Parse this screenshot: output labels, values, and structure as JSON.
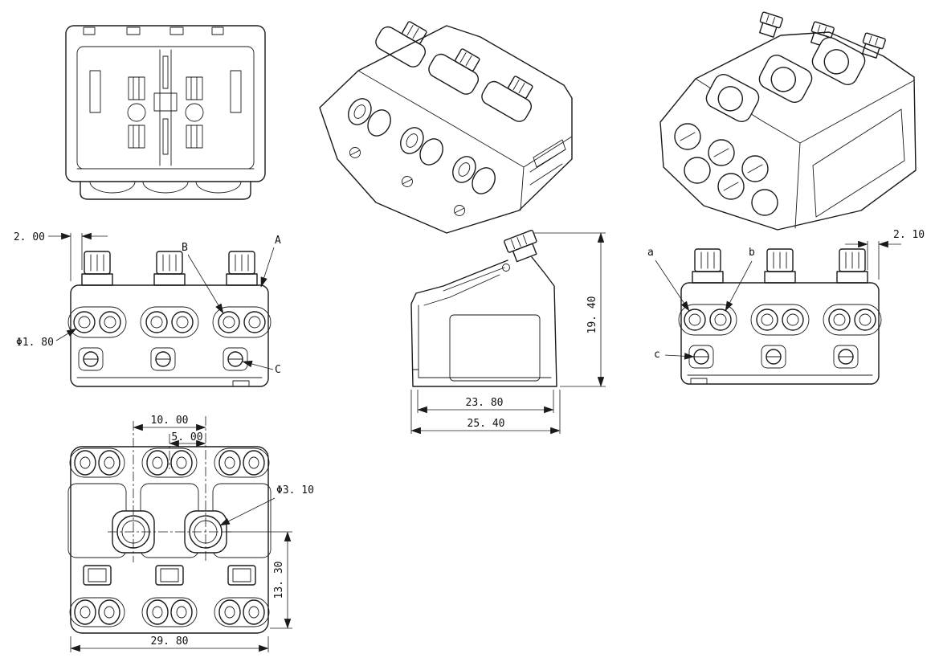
{
  "views": {
    "front_left": {
      "dim_offset": "2. 00",
      "dim_hole": "Φ1. 80",
      "label_a": "A",
      "label_b": "B",
      "label_c": "C"
    },
    "side": {
      "dim_height": "19. 40",
      "dim_depth_body": "23. 80",
      "dim_depth_overall": "25. 40"
    },
    "front_right": {
      "label_a": "a",
      "label_b": "b",
      "label_c": "c",
      "dim_offset": "2. 10"
    },
    "top": {
      "dim_pitch": "10. 00",
      "dim_half_pitch": "5. 00",
      "dim_hole": "Φ3. 10",
      "dim_depth": "13. 30",
      "dim_width": "29. 80"
    }
  }
}
